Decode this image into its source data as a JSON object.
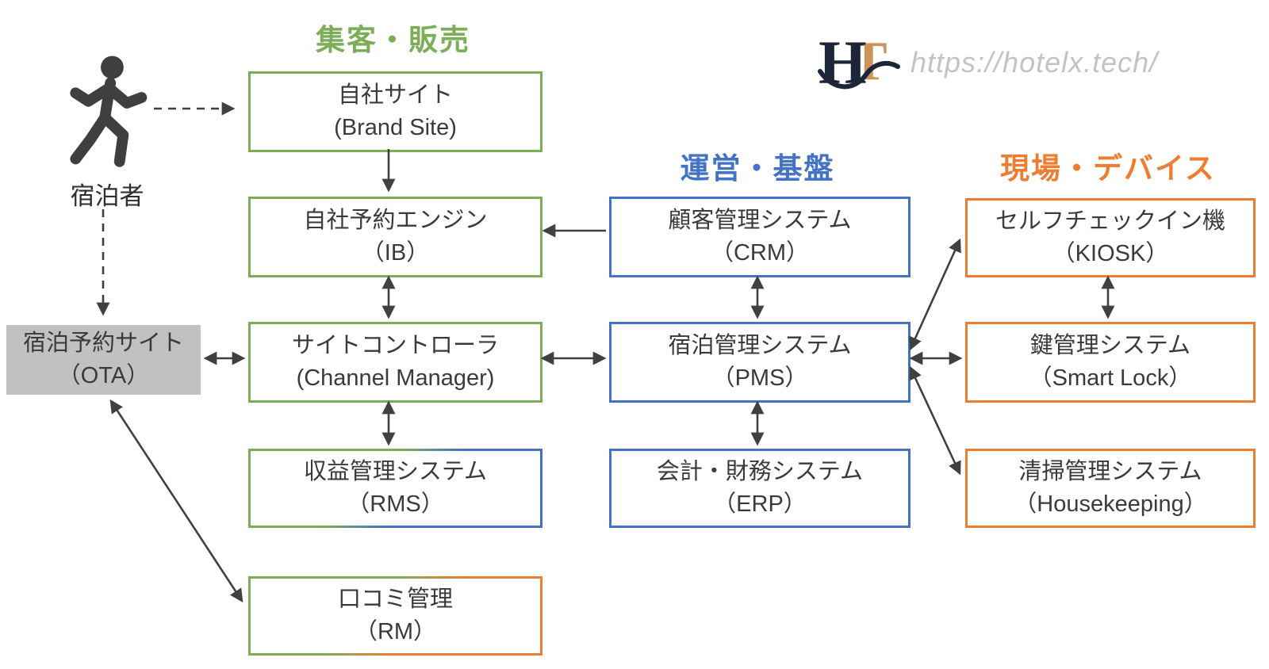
{
  "headings": {
    "sales": "集客・販売",
    "ops": "運営・基盤",
    "devices": "現場・デバイス"
  },
  "actor_label": "宿泊者",
  "logo": {
    "monogram_h": "H",
    "monogram_t": "T",
    "url": "https://hotelx.tech/"
  },
  "boxes": {
    "brand_site": {
      "name": "自社サイト",
      "abbr": "(Brand Site)"
    },
    "ib": {
      "name": "自社予約エンジン",
      "abbr": "（IB）"
    },
    "channel_manager": {
      "name": "サイトコントローラ",
      "abbr": "(Channel Manager)"
    },
    "rms": {
      "name": "収益管理システム",
      "abbr": "（RMS）"
    },
    "rm": {
      "name": "口コミ管理",
      "abbr": "（RM）"
    },
    "ota": {
      "name": "宿泊予約サイト",
      "abbr": "（OTA）"
    },
    "crm": {
      "name": "顧客管理システム",
      "abbr": "（CRM）"
    },
    "pms": {
      "name": "宿泊管理システム",
      "abbr": "（PMS）"
    },
    "erp": {
      "name": "会計・財務システム",
      "abbr": "（ERP）"
    },
    "kiosk": {
      "name": "セルフチェックイン機",
      "abbr": "（KIOSK）"
    },
    "smart_lock": {
      "name": "鍵管理システム",
      "abbr": "（Smart Lock）"
    },
    "housekeeping": {
      "name": "清掃管理システム",
      "abbr": "（Housekeeping）"
    }
  },
  "colors": {
    "green": "#7bae56",
    "blue": "#4472c4",
    "orange": "#ed7d31",
    "gray_fill": "#c1c1c1",
    "arrow": "#404040",
    "logo_navy": "#1c2638",
    "logo_tan": "#cd9358",
    "url_gray": "#c3c3c3"
  }
}
